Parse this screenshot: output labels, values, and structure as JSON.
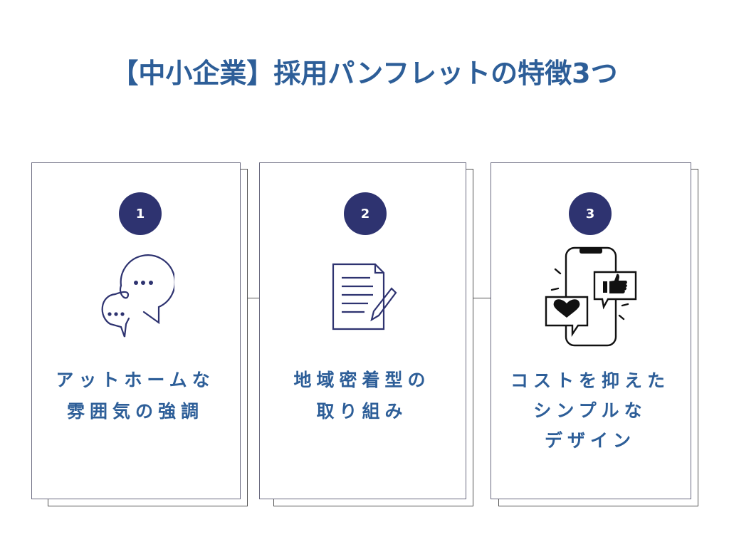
{
  "title": "【中小企業】採用パンフレットの特徴3つ",
  "cards": [
    {
      "number": "1",
      "lines": [
        "アットホームな",
        "雰囲気の強調"
      ],
      "icon": "chat-bubbles-icon"
    },
    {
      "number": "2",
      "lines": [
        "地域密着型の",
        "取り組み"
      ],
      "icon": "document-pen-icon"
    },
    {
      "number": "3",
      "lines": [
        "コストを抑えた",
        "シンプルな",
        "デザイン"
      ],
      "icon": "smartphone-reactions-icon"
    }
  ],
  "colors": {
    "title": "#2d5e98",
    "badge": "#2e3370"
  }
}
